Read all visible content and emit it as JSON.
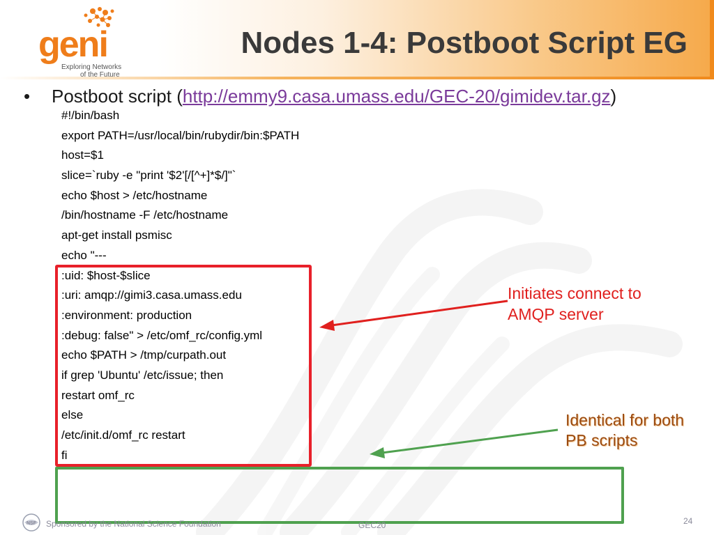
{
  "slide": {
    "title": "Nodes 1-4: Postboot Script EG",
    "page_number": "24",
    "colors": {
      "accent_orange": "#ef7d1a",
      "red_highlight": "#e8202a",
      "green_highlight": "#4fa14f",
      "link_purple": "#7a3a9a"
    }
  },
  "logo": {
    "word": "geni",
    "tagline_line1": "Exploring Networks",
    "tagline_line2": "of the Future",
    "icon": "geni-dots-logo"
  },
  "bullet": {
    "marker": "•",
    "text": "Postboot script (",
    "link": "http://emmy9.casa.umass.edu/GEC-20/gimidev.tar.gz",
    "suffix": ")"
  },
  "code_lines": [
    "#!/bin/bash",
    "export PATH=/usr/local/bin/rubydir/bin:$PATH",
    "host=$1",
    "slice=`ruby -e \"print '$2'[/[^+]*$/]\"`",
    "echo $host > /etc/hostname",
    "/bin/hostname -F /etc/hostname",
    "apt-get install psmisc",
    "echo \"---",
    ":uid: $host-$slice",
    ":uri: amqp://gimi3.casa.umass.edu",
    ":environment: production",
    ":debug: false\" > /etc/omf_rc/config.yml",
    "echo $PATH > /tmp/curpath.out",
    "if grep 'Ubuntu' /etc/issue; then",
    "restart omf_rc",
    "else",
    "/etc/init.d/omf_rc restart",
    "fi"
  ],
  "annotations": {
    "red_line1": "Initiates connect to",
    "red_line2": "AMQP server",
    "green_line1": "Identical for both",
    "green_line2": "PB scripts"
  },
  "footer": {
    "sponsor": "Sponsored by the National Science Foundation",
    "event": "GEC20",
    "nsf_icon": "nsf-logo"
  }
}
